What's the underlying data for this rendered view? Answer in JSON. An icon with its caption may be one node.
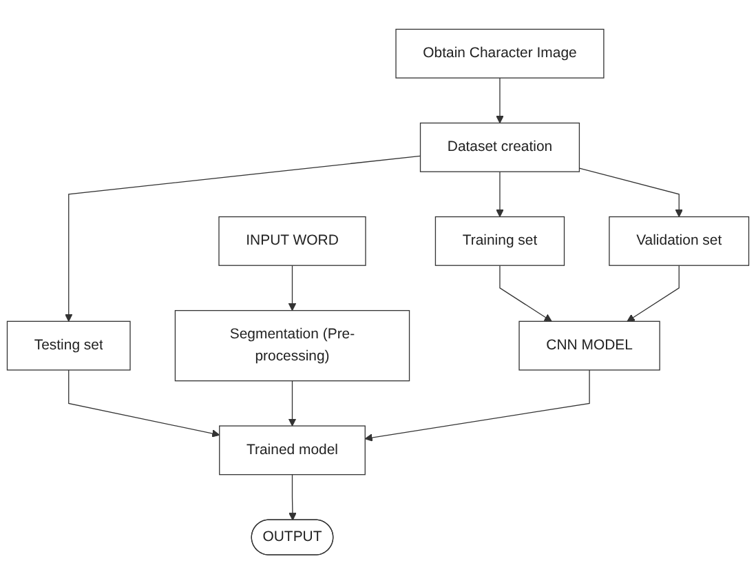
{
  "diagram": {
    "nodes": [
      {
        "text": [
          "Obtain Character Image"
        ]
      },
      {
        "text": [
          "INPUT WORD"
        ]
      },
      {
        "text": [
          "Dataset creation"
        ]
      },
      {
        "text": [
          "Training set"
        ]
      },
      {
        "text": [
          "Validation set"
        ]
      },
      {
        "text": [
          "Testing set"
        ]
      },
      {
        "text": [
          "Segmentation (Pre-processing)"
        ]
      },
      {
        "text": [
          "CNN MODEL"
        ]
      },
      {
        "text": [
          "Trained model"
        ]
      },
      {
        "text": [
          "OUTPUT"
        ]
      }
    ],
    "edges": [
      {
        "from": 0,
        "to": 2,
        "arrow": "to"
      },
      {
        "from": 1,
        "to": 6,
        "arrow": "to"
      },
      {
        "from": 2,
        "to": 3,
        "arrow": "to"
      },
      {
        "from": 2,
        "to": 4,
        "arrow": "to"
      },
      {
        "from": 2,
        "to": 5,
        "arrow": "to"
      },
      {
        "from": 3,
        "to": 7,
        "arrow": "to"
      },
      {
        "from": 4,
        "to": 7,
        "arrow": "to"
      },
      {
        "from": 5,
        "to": 8,
        "arrow": "to"
      },
      {
        "from": 6,
        "to": 8,
        "arrow": "to"
      },
      {
        "from": 7,
        "to": 8,
        "arrow": "to"
      },
      {
        "from": 8,
        "to": 9,
        "arrow": "to"
      }
    ]
  }
}
